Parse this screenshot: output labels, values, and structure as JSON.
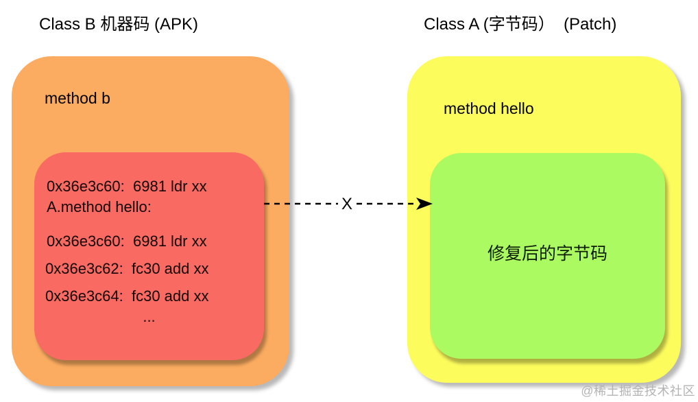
{
  "diagram": {
    "left": {
      "title": "Class B 机器码 (APK)",
      "method_label": "method b",
      "code_lines": [
        "0x36e3c60:  6981 ldr xx",
        "A.method hello:",
        "0x36e3c60:  6981 ldr xx",
        "0x36e3c62:  fc30 add xx",
        "0x36e3c64:  fc30 add xx",
        "..."
      ]
    },
    "right": {
      "title": "Class A (字节码）  (Patch)",
      "method_label": "method hello",
      "patch_label": "修复后的字节码"
    },
    "arrow": {
      "label": "X"
    },
    "watermark": "@稀土掘金技术社区",
    "colors": {
      "outer_left_orange": "#FBAC60",
      "inner_left_red": "#F96A63",
      "outer_right_yellow": "#FCFC5D",
      "inner_right_green": "#ABFA62",
      "arrow_black": "#000000",
      "watermark_gray": "#B3B3B3"
    }
  }
}
